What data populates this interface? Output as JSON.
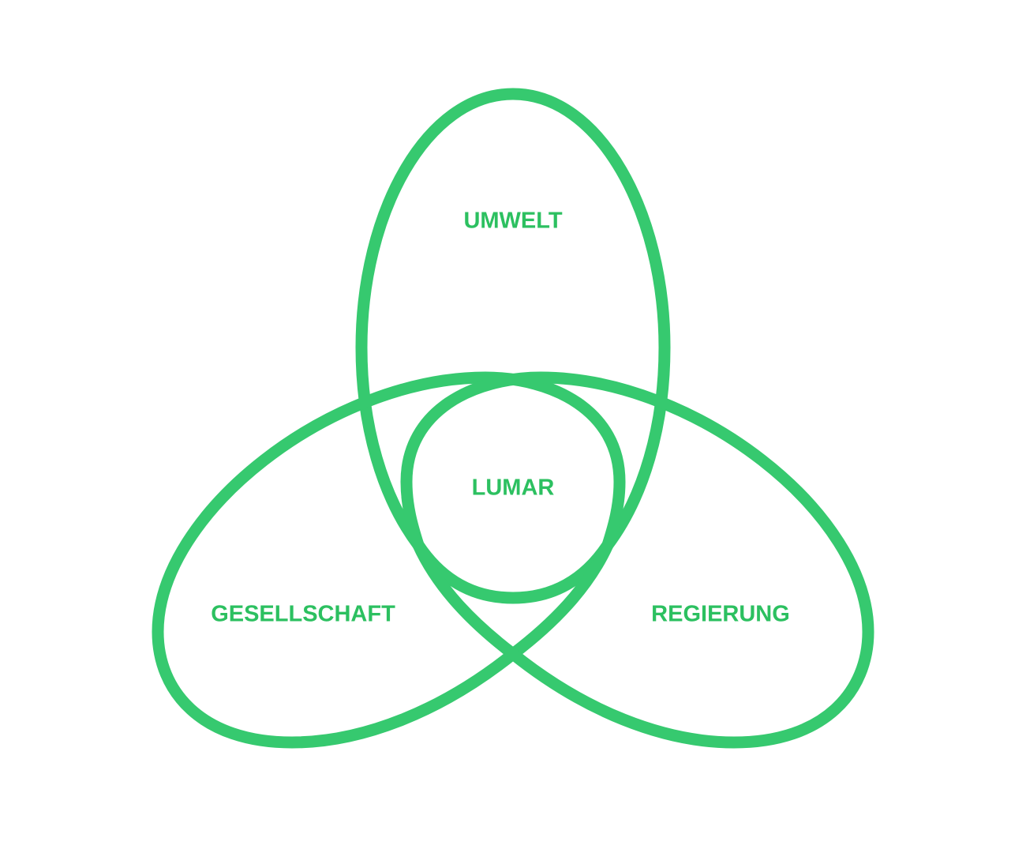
{
  "diagram": {
    "labels": {
      "top": "UMWELT",
      "center": "LUMAR",
      "left": "GESELLSCHAFT",
      "right": "REGIERUNG"
    },
    "colors": {
      "stroke": "#36c96f",
      "text": "#2cc060",
      "background": "#ffffff"
    }
  }
}
